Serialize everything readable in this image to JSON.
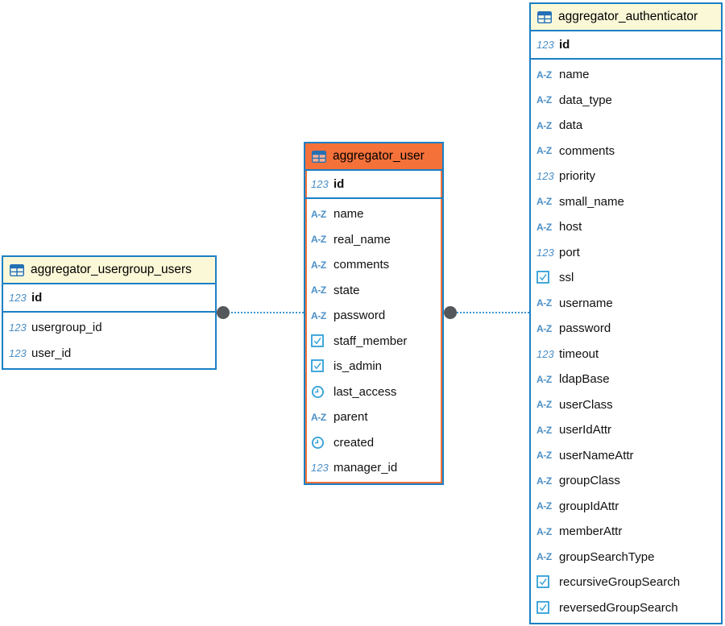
{
  "diagram": {
    "icons": {
      "number": "123",
      "string": "A-Z"
    },
    "colors": {
      "entity_border": "#1a80c4",
      "header_default": "#fbf8d7",
      "header_selected": "#f5713a",
      "type_icon_blue": "#4b8fc6",
      "bool_datetime_icon_blue": "#2f9fd9",
      "connection_line": "#3f96cf",
      "connection_dot": "#54585c",
      "label_text": "#101010"
    },
    "tables": [
      {
        "name": "aggregator_usergroup_users",
        "selected": false,
        "primary_key": [
          {
            "type": "number",
            "label": "id"
          }
        ],
        "columns": [
          {
            "type": "number",
            "label": "usergroup_id"
          },
          {
            "type": "number",
            "label": "user_id"
          }
        ]
      },
      {
        "name": "aggregator_user",
        "selected": true,
        "primary_key": [
          {
            "type": "number",
            "label": "id"
          }
        ],
        "columns": [
          {
            "type": "string",
            "label": "name"
          },
          {
            "type": "string",
            "label": "real_name"
          },
          {
            "type": "string",
            "label": "comments"
          },
          {
            "type": "string",
            "label": "state"
          },
          {
            "type": "string",
            "label": "password"
          },
          {
            "type": "boolean",
            "label": "staff_member"
          },
          {
            "type": "boolean",
            "label": "is_admin"
          },
          {
            "type": "datetime",
            "label": "last_access"
          },
          {
            "type": "string",
            "label": "parent"
          },
          {
            "type": "datetime",
            "label": "created"
          },
          {
            "type": "number",
            "label": "manager_id"
          }
        ]
      },
      {
        "name": "aggregator_authenticator",
        "selected": false,
        "primary_key": [
          {
            "type": "number",
            "label": "id"
          }
        ],
        "columns": [
          {
            "type": "string",
            "label": "name"
          },
          {
            "type": "string",
            "label": "data_type"
          },
          {
            "type": "string",
            "label": "data"
          },
          {
            "type": "string",
            "label": "comments"
          },
          {
            "type": "number",
            "label": "priority"
          },
          {
            "type": "string",
            "label": "small_name"
          },
          {
            "type": "string",
            "label": "host"
          },
          {
            "type": "number",
            "label": "port"
          },
          {
            "type": "boolean",
            "label": "ssl"
          },
          {
            "type": "string",
            "label": "username"
          },
          {
            "type": "string",
            "label": "password"
          },
          {
            "type": "number",
            "label": "timeout"
          },
          {
            "type": "string",
            "label": "ldapBase"
          },
          {
            "type": "string",
            "label": "userClass"
          },
          {
            "type": "string",
            "label": "userIdAttr"
          },
          {
            "type": "string",
            "label": "userNameAttr"
          },
          {
            "type": "string",
            "label": "groupClass"
          },
          {
            "type": "string",
            "label": "groupIdAttr"
          },
          {
            "type": "string",
            "label": "memberAttr"
          },
          {
            "type": "string",
            "label": "groupSearchType"
          },
          {
            "type": "boolean",
            "label": "recursiveGroupSearch"
          },
          {
            "type": "boolean",
            "label": "reversedGroupSearch"
          }
        ]
      }
    ],
    "connections": [
      {
        "from": "aggregator_usergroup_users",
        "to": "aggregator_user"
      },
      {
        "from": "aggregator_user",
        "to": "aggregator_authenticator"
      }
    ]
  }
}
